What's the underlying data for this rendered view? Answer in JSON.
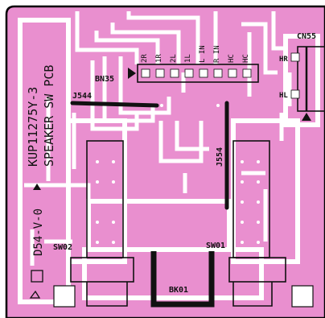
{
  "colors": {
    "board": "#e98fcf",
    "trace": "#ffffff",
    "ink": "#111111",
    "background": "#ffffff"
  },
  "board": {
    "title_line1": "KUP11275Y-3",
    "title_line2": "SPEAKER SW PCB",
    "revision": "D54-V-0"
  },
  "connectors": {
    "bn35": {
      "label": "BN35",
      "pins": [
        "2R",
        "1R",
        "2L",
        "1L",
        "L IN",
        "R IN",
        "HC",
        "HC"
      ]
    },
    "cn55": {
      "label": "CN55",
      "pins": [
        "HR",
        "HL"
      ]
    }
  },
  "jumpers": {
    "j544": "J544",
    "j554": "J554"
  },
  "switches": {
    "sw02": "SW02",
    "sw01": "SW01"
  },
  "bk01": "BK01"
}
